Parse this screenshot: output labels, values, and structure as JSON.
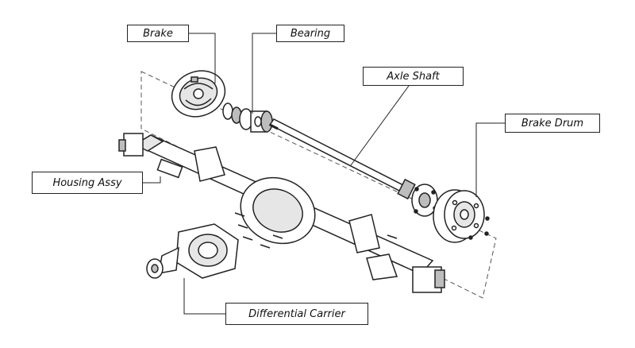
{
  "diagram": {
    "labels": {
      "brake": "Brake",
      "bearing": "Bearing",
      "axle_shaft": "Axle Shaft",
      "brake_drum": "Brake Drum",
      "housing_assy": "Housing Assy",
      "differential_carrier": "Differential Carrier"
    },
    "colors": {
      "ink": "#222222",
      "fill": "#ffffff",
      "shade": "#bdbdbd",
      "dash": "#555555"
    }
  }
}
